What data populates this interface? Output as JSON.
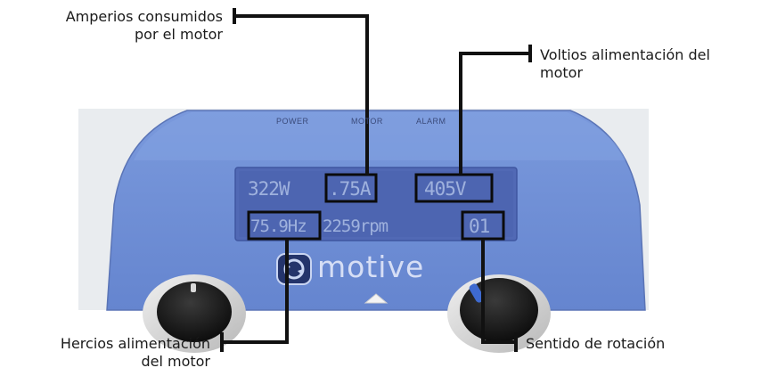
{
  "device": {
    "led_labels": [
      "POWER",
      "MOTOR",
      "ALARM"
    ],
    "brand": "motive",
    "display": {
      "row1": {
        "watts": "322W",
        "amps": ".75A",
        "volts": "405V"
      },
      "row2": {
        "hertz": "75.9Hz",
        "rpm": "2259rpm",
        "direction": "01"
      }
    }
  },
  "callouts": {
    "amps": "Amperios consumidos\npor el motor",
    "volts": "Voltios alimentación del\nmotor",
    "hertz": "Hercios alimentación\ndel motor",
    "direction": "Sentido de rotación"
  },
  "colors": {
    "panel": "#6f8fd6",
    "lcd_bg": "#4f67b3",
    "lcd_text": "#9eb1de",
    "leader": "#111111"
  }
}
